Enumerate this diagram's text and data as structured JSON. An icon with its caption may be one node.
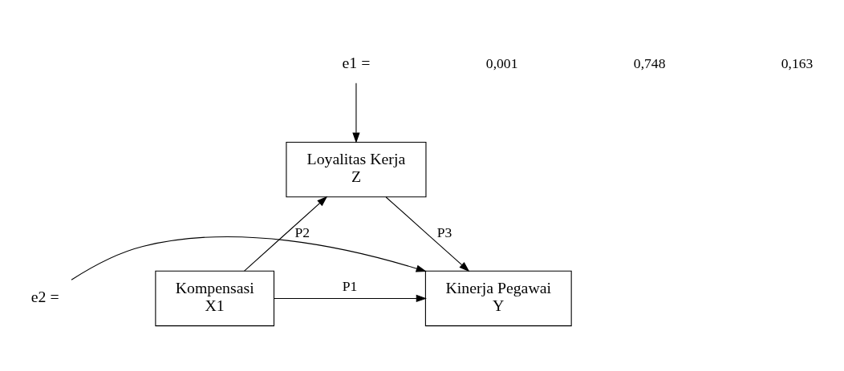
{
  "diagram": {
    "nodes": [
      {
        "text": [
          "Loyalitas Kerja",
          "Z"
        ]
      },
      {
        "text": [
          "Kompensasi",
          "X1"
        ]
      },
      {
        "text": [
          "Kinerja Pegawai",
          "Y"
        ]
      },
      {
        "text": [
          "e1 ="
        ]
      },
      {
        "text": [
          "e2 ="
        ]
      }
    ],
    "edges": [
      {
        "from": 3,
        "to": 0,
        "arrow": "to"
      },
      {
        "from": 1,
        "to": 0,
        "arrow": "to",
        "label": "P2"
      },
      {
        "from": 0,
        "to": 2,
        "arrow": "to",
        "label": "P3"
      },
      {
        "from": 1,
        "to": 2,
        "arrow": "to",
        "label": "P1"
      },
      {
        "from": 4,
        "to": 2,
        "arrow": "to"
      }
    ],
    "labels": [
      "0,001",
      "0,748",
      "0,163"
    ]
  }
}
